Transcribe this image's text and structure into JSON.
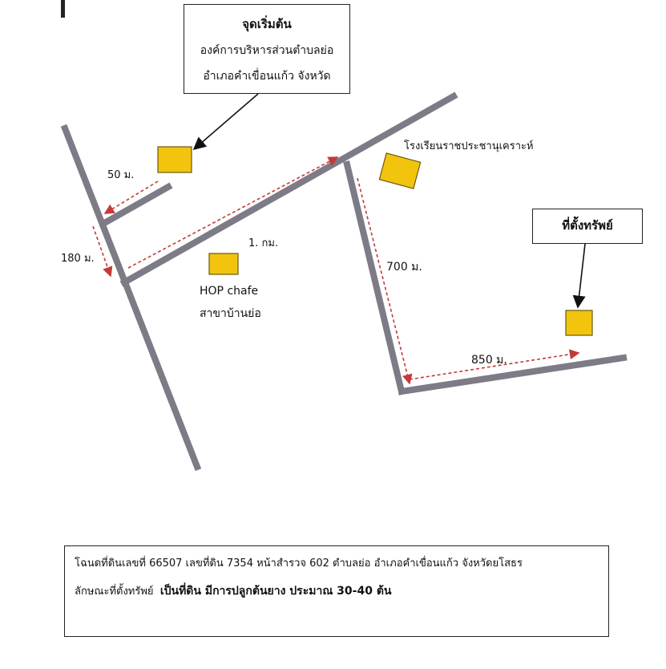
{
  "start_box": {
    "title": "จุดเริ่มต้น",
    "line1": "องค์การบริหารส่วนตำบลย่อ",
    "line2": "อำเภอคำเขื่อนแก้ว จังหวัด"
  },
  "property_box": {
    "title": "ที่ตั้งทรัพย์"
  },
  "labels": {
    "dist_50": "50 ม.",
    "dist_180": "180 ม.",
    "dist_1km": "1. กม.",
    "dist_700": "700 ม.",
    "dist_850": "850 ม.",
    "school": "โรงเรียนราชประชานุเคราะห์",
    "hop_line1": "HOP chafe",
    "hop_line2": "สาขาบ้านย่อ"
  },
  "footer": {
    "line1": "โฉนดที่ดินเลขที่ 66507 เลขที่ดิน 7354 หน้าสำรวจ 602  ตำบลย่อ อำเภอคำเขื่อนแก้ว จังหวัดยโสธร",
    "line2_prefix": "ลักษณะที่ตั้งทรัพย์",
    "line2_bold": "เป็นที่ดิน มีการปลูกต้นยาง ประมาณ 30-40 ต้น"
  },
  "colors": {
    "road": "#7c7b86",
    "marker_fill": "#f2c40e",
    "marker_border": "#6a5a10",
    "route_arrow": "#c43a3a"
  }
}
